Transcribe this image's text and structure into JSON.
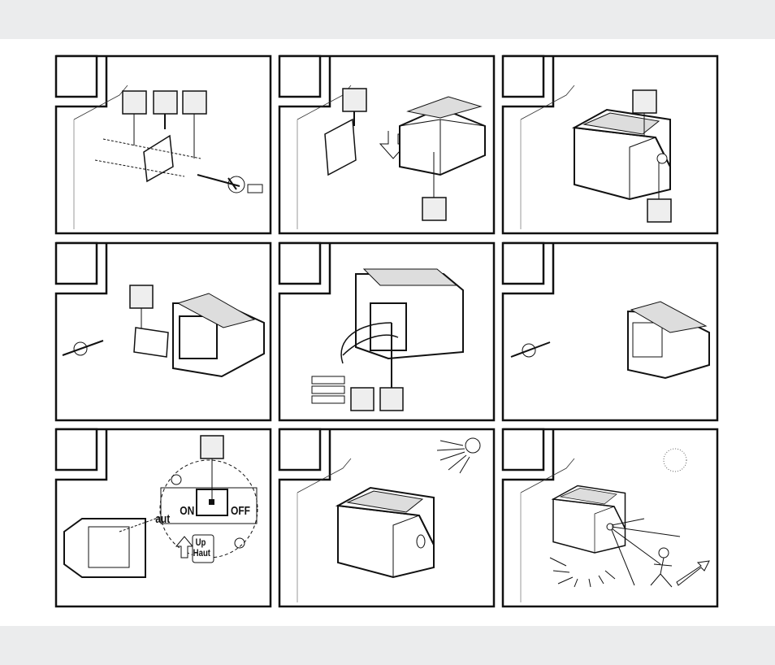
{
  "page": {
    "panel_count": 9,
    "colors": {
      "band": "#ebeced",
      "stroke": "#111111",
      "callout_fill": "#eeeeee"
    }
  },
  "panels": [
    {
      "id": "mount-bracket"
    },
    {
      "id": "hang-light"
    },
    {
      "id": "solar-panel-and-sensor"
    },
    {
      "id": "remove-bracket"
    },
    {
      "id": "replace-batteries"
    },
    {
      "id": "refit-bracket"
    },
    {
      "id": "power-switch",
      "switch": {
        "on": "ON",
        "off": "OFF",
        "partial_text": "aut",
        "up": "Up",
        "haut": "Haut"
      }
    },
    {
      "id": "daytime-charging"
    },
    {
      "id": "night-motion-detect"
    }
  ]
}
